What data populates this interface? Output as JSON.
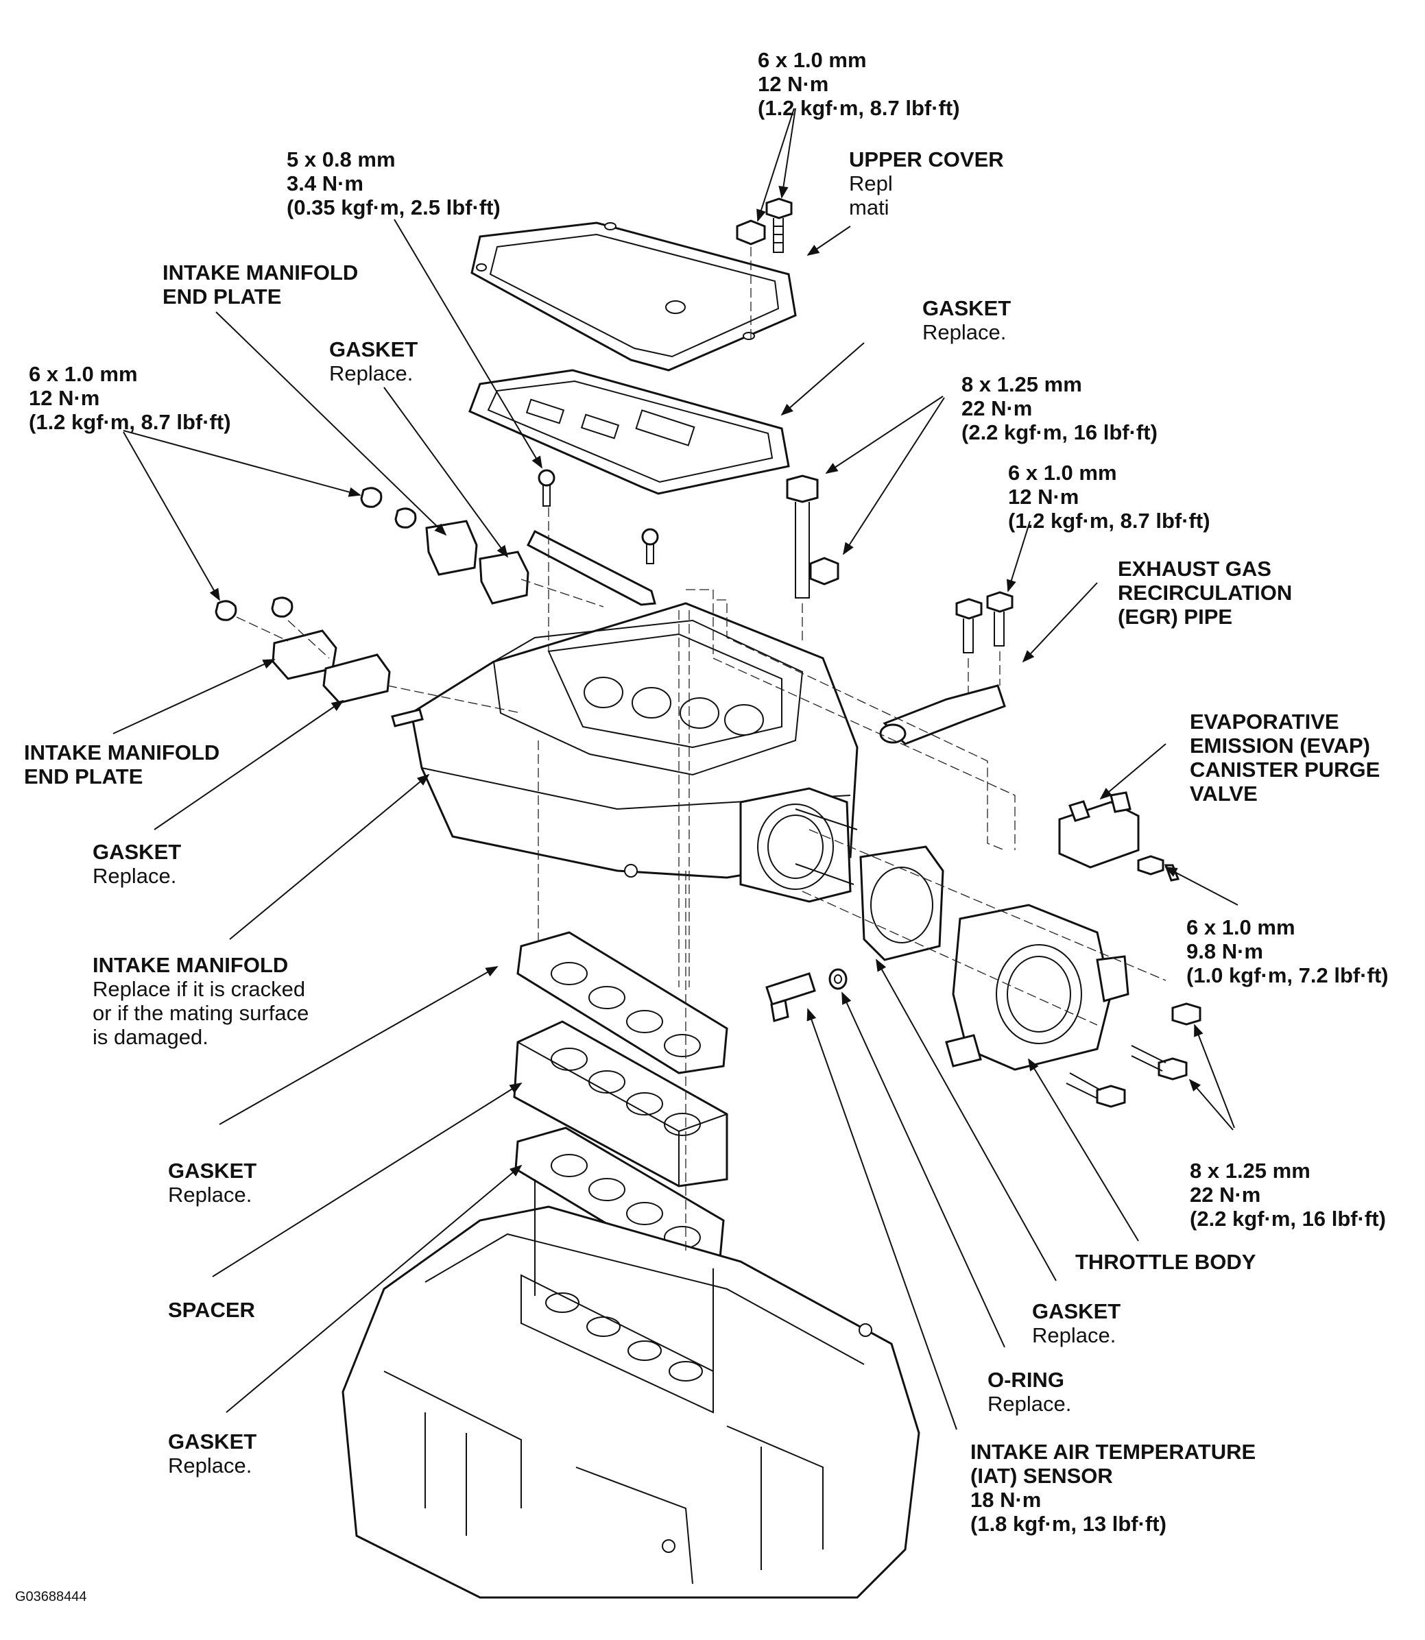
{
  "figure_id": "G03688444",
  "labels": {
    "bolt_top": [
      "6 x 1.0 mm",
      "12 N·m",
      "(1.2 kgf·m, 8.7 lbf·ft)"
    ],
    "bolt_5x08": [
      "5 x 0.8 mm",
      "3.4 N·m",
      "(0.35 kgf·m, 2.5 lbf·ft)"
    ],
    "upper_cover": {
      "title": "UPPER COVER",
      "sub": [
        "Repl",
        "mati"
      ]
    },
    "end_plate_upper": [
      "INTAKE MANIFOLD",
      "END PLATE"
    ],
    "gasket_upper_mid": {
      "title": "GASKET",
      "sub": "Replace."
    },
    "gasket_upper_right": {
      "title": "GASKET",
      "sub": "Replace."
    },
    "bolt_left": [
      "6 x 1.0 mm",
      "12 N·m",
      "(1.2 kgf·m, 8.7 lbf·ft)"
    ],
    "bolt_8x125_upper": [
      "8 x 1.25 mm",
      "22 N·m",
      "(2.2 kgf·m, 16 lbf·ft)"
    ],
    "bolt_6x10_egr": [
      "6 x 1.0 mm",
      "12 N·m",
      "(1.2 kgf·m, 8.7 lbf·ft)"
    ],
    "egr_pipe": [
      "EXHAUST GAS",
      "RECIRCULATION",
      "(EGR) PIPE"
    ],
    "evap_valve": [
      "EVAPORATIVE",
      "EMISSION (EVAP)",
      "CANISTER PURGE",
      "VALVE"
    ],
    "end_plate_lower": [
      "INTAKE MANIFOLD",
      "END PLATE"
    ],
    "gasket_left": {
      "title": "GASKET",
      "sub": "Replace."
    },
    "bolt_evap": [
      "6 x 1.0 mm",
      "9.8 N·m",
      "(1.0 kgf·m, 7.2 lbf·ft)"
    ],
    "intake_manifold": {
      "title": "INTAKE MANIFOLD",
      "sub": [
        "Replace if it is cracked",
        "or if the mating surface",
        "is damaged."
      ]
    },
    "gasket_lower1": {
      "title": "GASKET",
      "sub": "Replace."
    },
    "bolt_8x125_lower": [
      "8 x 1.25 mm",
      "22 N·m",
      "(2.2 kgf·m, 16 lbf·ft)"
    ],
    "throttle_body": "THROTTLE BODY",
    "spacer": "SPACER",
    "gasket_throttle": {
      "title": "GASKET",
      "sub": "Replace."
    },
    "o_ring": {
      "title": "O-RING",
      "sub": "Replace."
    },
    "gasket_lower2": {
      "title": "GASKET",
      "sub": "Replace."
    },
    "iat_sensor": [
      "INTAKE AIR TEMPERATURE",
      "(IAT) SENSOR",
      "18 N·m",
      "(1.8 kgf·m, 13 lbf·ft)"
    ]
  }
}
